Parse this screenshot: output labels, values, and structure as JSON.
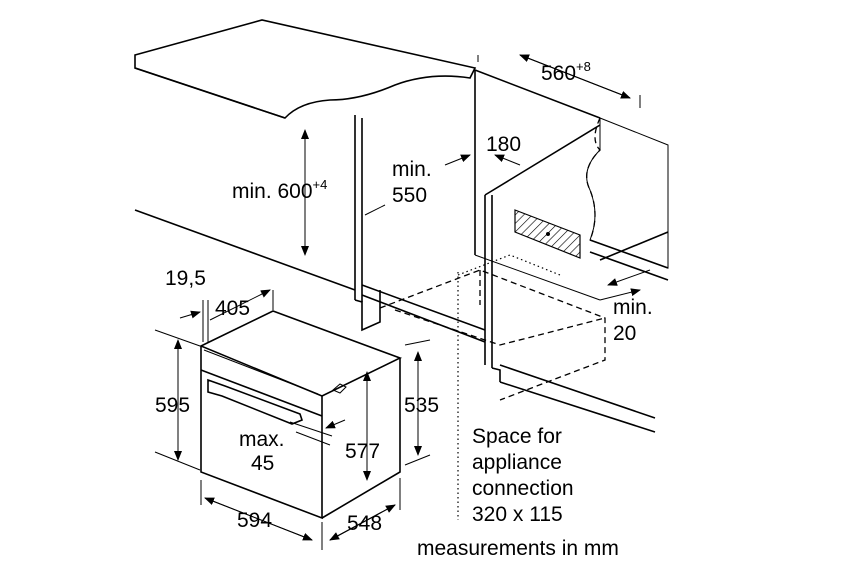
{
  "labels": {
    "width_niche": "560",
    "width_niche_tol": "+8",
    "depth_180": "180",
    "min_550_a": "min.",
    "min_550_b": "550",
    "min_600": "min. 600",
    "min_600_tol": "+4",
    "d_19_5": "19,5",
    "d_405": "405",
    "d_595": "595",
    "d_535": "535",
    "d_577": "577",
    "max_45_a": "max.",
    "max_45_b": "45",
    "d_594": "594",
    "d_548": "548",
    "min_20_a": "min.",
    "min_20_b": "20"
  },
  "note": {
    "line1": "Space for",
    "line2": "appliance",
    "line3": "connection",
    "line4": "320 x 115"
  },
  "units": "measurements in mm",
  "colors": {
    "counter": "#dcdcdc",
    "line": "#000000"
  }
}
